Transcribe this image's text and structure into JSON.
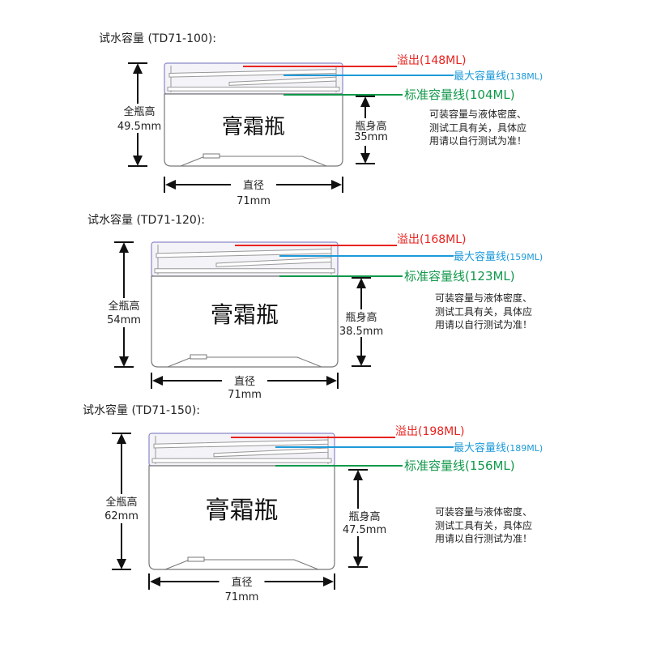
{
  "colors": {
    "overflow": "#e8231f",
    "max": "#1d9ad9",
    "standard": "#10984a",
    "lid_fill": "#f3f3f8",
    "lid_stroke": "#8a87c8"
  },
  "sections": [
    {
      "title": "试水容量 (TD71-100):",
      "product": "膏霜瓶",
      "overflow": "溢出(148ML)",
      "max_label": "最大容量线",
      "max_value": "(138ML)",
      "standard": "标准容量线(104ML)",
      "total_height_label": "全瓶高",
      "total_height": "49.5mm",
      "body_height_label": "瓶身高",
      "body_height": "35mm",
      "diameter_label": "直径",
      "diameter": "71mm",
      "note": [
        "可装容量与液体密度、",
        "测试工具有关，具体应",
        "用请以自行测试为准！"
      ]
    },
    {
      "title": "试水容量 (TD71-120):",
      "product": "膏霜瓶",
      "overflow": "溢出(168ML)",
      "max_label": "最大容量线",
      "max_value": "(159ML)",
      "standard": "标准容量线(123ML)",
      "total_height_label": "全瓶高",
      "total_height": "54mm",
      "body_height_label": "瓶身高",
      "body_height": "38.5mm",
      "diameter_label": "直径",
      "diameter": "71mm",
      "note": [
        "可装容量与液体密度、",
        "测试工具有关，具体应",
        "用请以自行测试为准！"
      ]
    },
    {
      "title": "试水容量 (TD71-150):",
      "product": "膏霜瓶",
      "overflow": "溢出(198ML)",
      "max_label": "最大容量线",
      "max_value": "(189ML)",
      "standard": "标准容量线(156ML)",
      "total_height_label": "全瓶高",
      "total_height": "62mm",
      "body_height_label": "瓶身高",
      "body_height": "47.5mm",
      "diameter_label": "直径",
      "diameter": "71mm",
      "note": [
        "可装容量与液体密度、",
        "测试工具有关，具体应",
        "用请以自行测试为准！"
      ]
    }
  ]
}
